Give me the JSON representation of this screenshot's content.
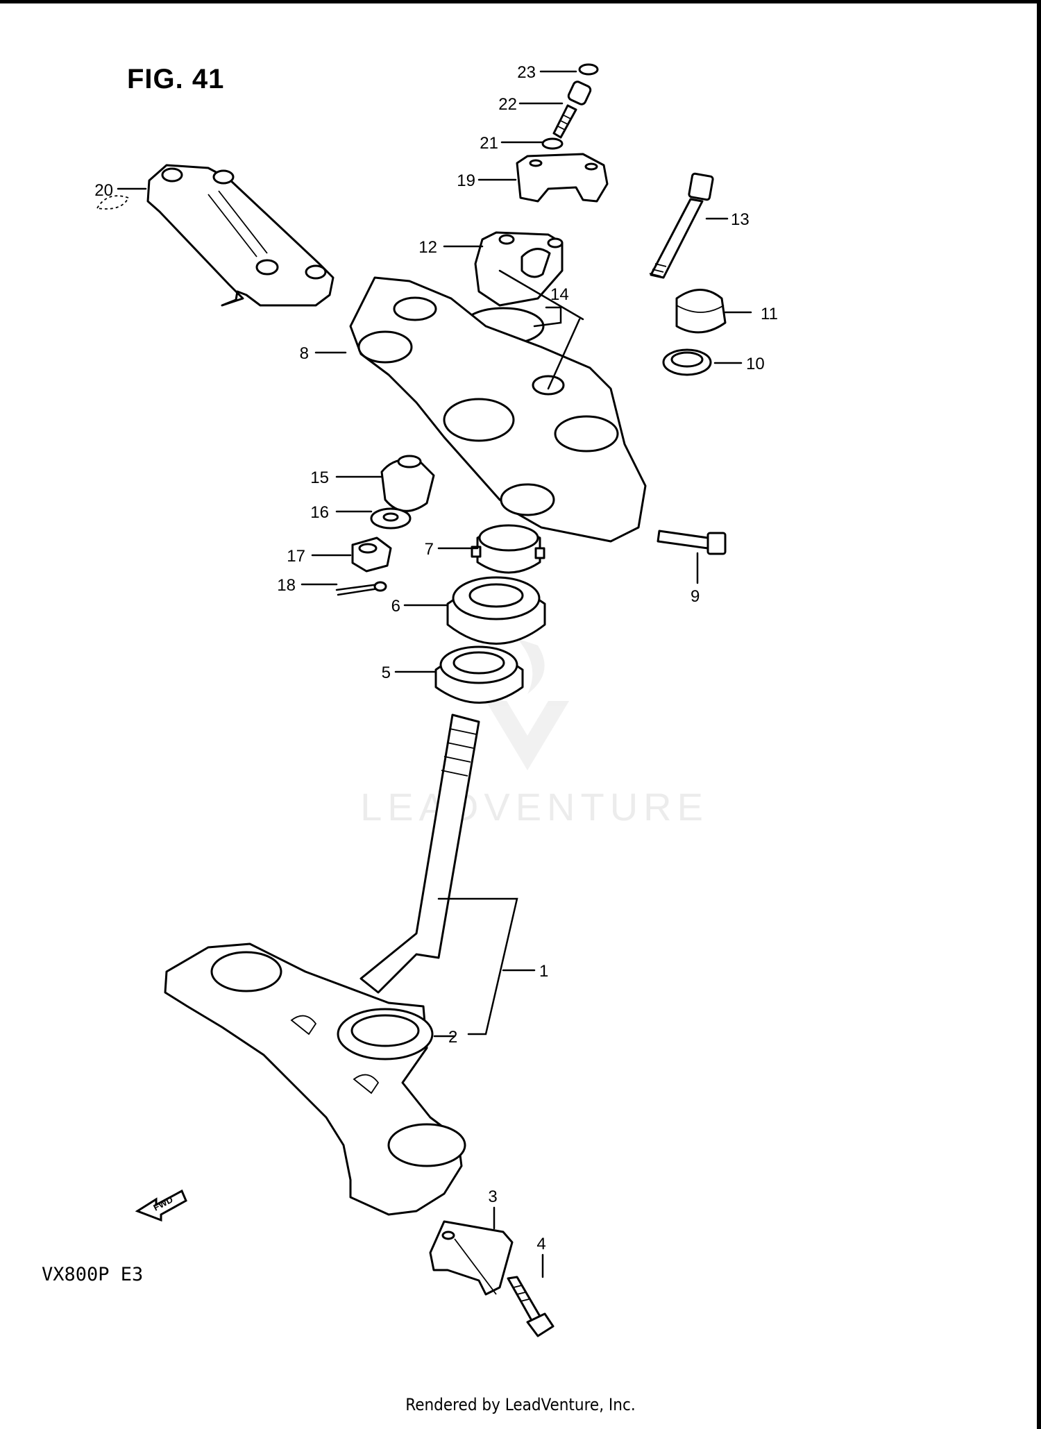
{
  "figure_title": "FIG. 41",
  "model_label": "VX800P  E3",
  "footer_text": "Rendered by LeadVenture, Inc.",
  "watermark_text": "LEADVENTURE",
  "fwd_text": "FWD",
  "callouts": [
    "1",
    "2",
    "3",
    "4",
    "5",
    "6",
    "7",
    "8",
    "9",
    "10",
    "11",
    "12",
    "13",
    "14",
    "15",
    "16",
    "17",
    "18",
    "19",
    "20",
    "21",
    "22",
    "23"
  ]
}
